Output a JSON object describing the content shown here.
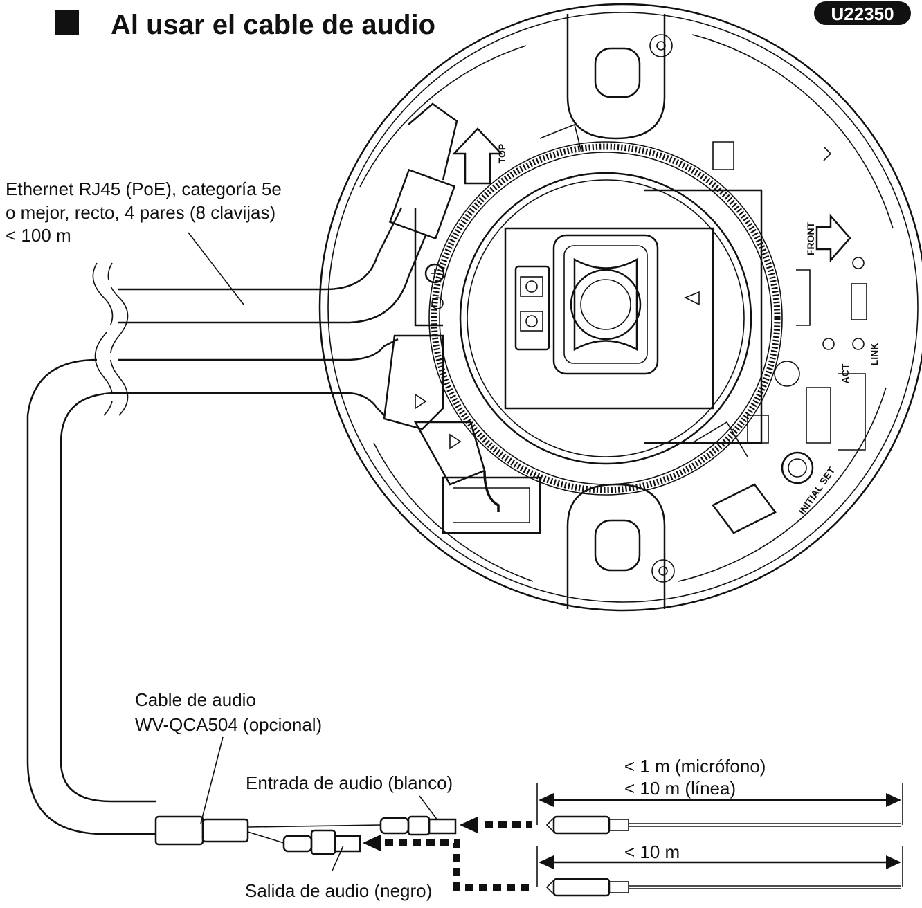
{
  "title": "Al usar el cable de audio",
  "badge": "U22350",
  "ethernet_label": {
    "line1": "Ethernet RJ45 (PoE), categoría 5e",
    "line2": "o mejor, recto, 4 pares (8 clavijas)",
    "line3": "< 100 m"
  },
  "audio_cable_label": {
    "line1": "Cable de audio",
    "line2": "WV-QCA504 (opcional)"
  },
  "audio_in_label": "Entrada de audio (blanco)",
  "audio_out_label": "Salida de audio (negro)",
  "length_top": {
    "line1": "< 1 m (micrófono)",
    "line2": "< 10 m (línea)"
  },
  "length_bottom": "< 10 m",
  "camera_markings": {
    "top": "TOP",
    "front": "FRONT",
    "link": "LINK",
    "act": "ACT",
    "initial_set": "INITIAL SET"
  }
}
